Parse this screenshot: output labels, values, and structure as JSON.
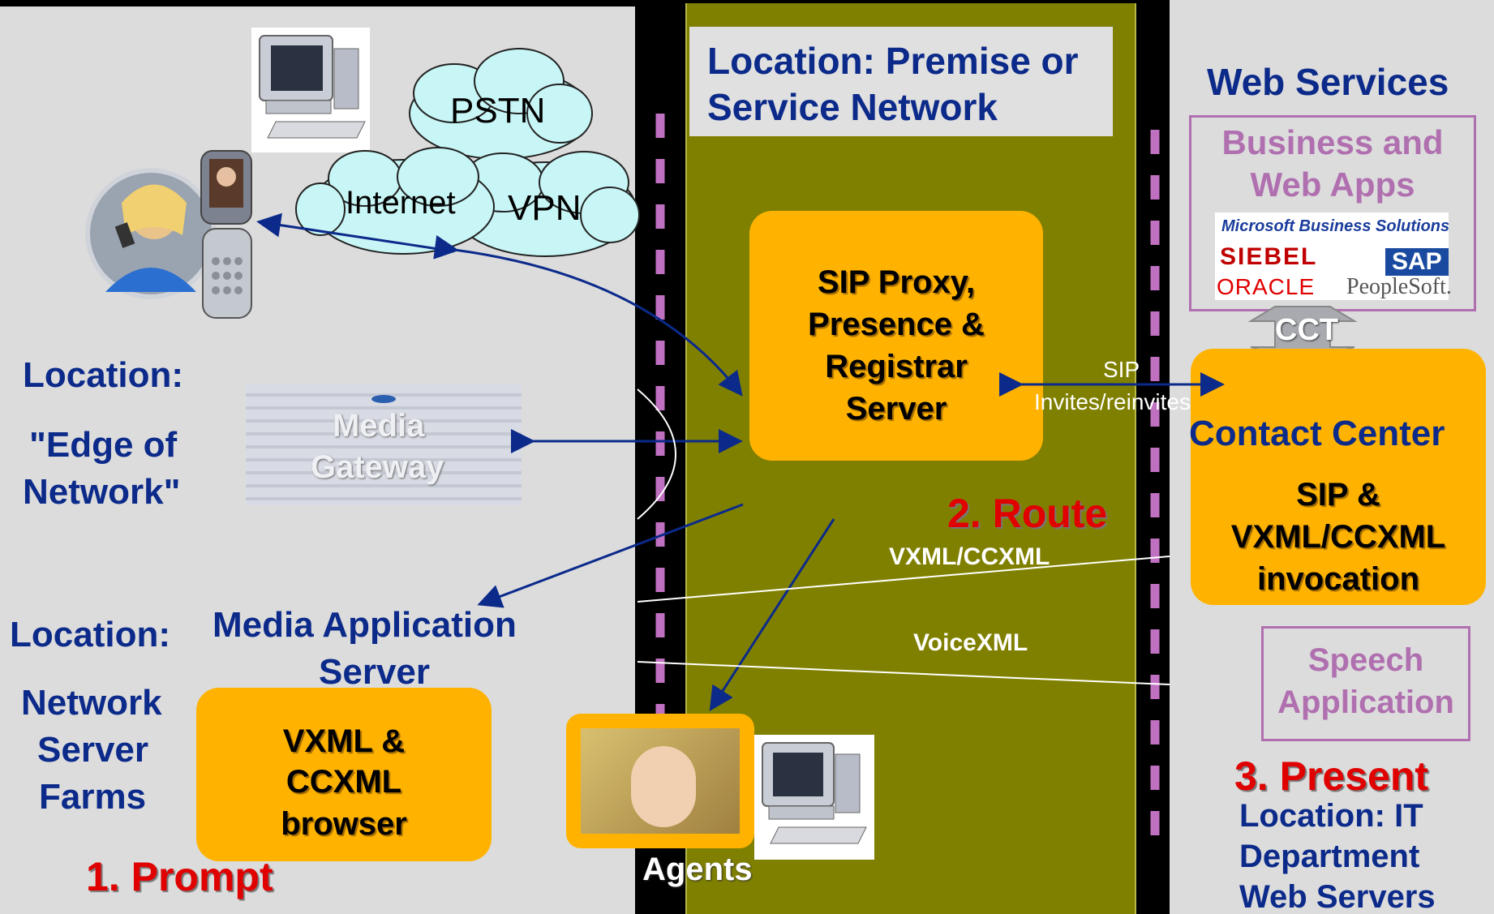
{
  "clouds": {
    "pstn": "PSTN",
    "internet": "Internet",
    "vpn": "VPN"
  },
  "left": {
    "edge_location": "Location:",
    "edge_name_line1": "\"Edge of",
    "edge_name_line2": "Network\"",
    "gateway_line1": "Media",
    "gateway_line2": "Gateway",
    "farm_location": "Location:",
    "farm_line1": "Network",
    "farm_line2": "Server",
    "farm_line3": "Farms",
    "mas_line1": "Media Application",
    "mas_line2": "Server",
    "browser_line1": "VXML &",
    "browser_line2": "CCXML",
    "browser_line3": "browser",
    "step1": "1. Prompt"
  },
  "middle": {
    "location_line1": "Location: Premise or",
    "location_line2": "Service Network",
    "sip_line1": "SIP Proxy,",
    "sip_line2": "Presence  &",
    "sip_line3": "Registrar",
    "sip_line4": "Server",
    "step2": "2. Route",
    "sip_label1": "SIP",
    "sip_label2": "Invites/reinvites",
    "vxml_ccxml": "VXML/CCXML",
    "voicexml": "VoiceXML",
    "agents": "Agents"
  },
  "right": {
    "web_services": "Web Services",
    "apps_line1": "Business and",
    "apps_line2": "Web Apps",
    "logo_microsoft": "Microsoft Business Solutions",
    "logo_siebel": "SIEBEL",
    "logo_sap": "SAP",
    "logo_oracle": "ORACLE",
    "logo_peoplesoft": "PeopleSoft.",
    "cct": "CCT",
    "contact_center": "Contact Center",
    "cc_line1": "SIP &",
    "cc_line2": "VXML/CCXML",
    "cc_line3": "invocation",
    "speech_line1": "Speech",
    "speech_line2": "Application",
    "step3": "3. Present",
    "it_line1": "Location: IT",
    "it_line2": "Department",
    "it_line3": "Web Servers"
  },
  "colors": {
    "navy": "#0b2a8a",
    "orange": "#ffb300",
    "olive": "#808000",
    "pink": "#b070b0",
    "red": "#e00000",
    "cloud": "#c8f5f5"
  }
}
